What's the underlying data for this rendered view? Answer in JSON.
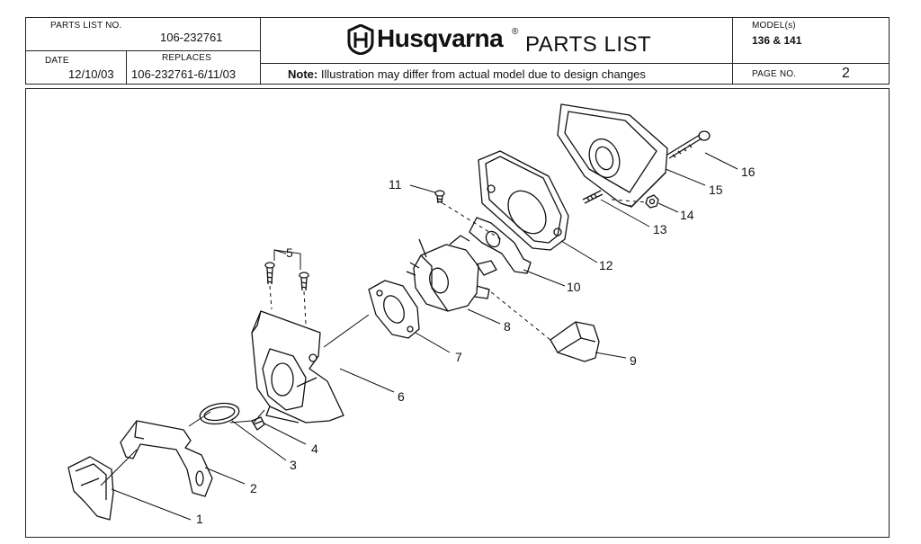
{
  "header": {
    "parts_list_no_label": "PARTS LIST NO.",
    "parts_list_no": "106-232761",
    "date_label": "DATE",
    "date": "12/10/03",
    "replaces_label": "REPLACES",
    "replaces": "106-232761-6/11/03",
    "brand": "Husqvarna",
    "brand_mark": "®",
    "title": "PARTS LIST",
    "note_label": "Note:",
    "note_text": "Illustration may differ from actual model due to design changes",
    "model_label": "MODEL(s)",
    "model": "136 & 141",
    "page_label": "PAGE  NO.",
    "page_no": "2"
  },
  "callouts": [
    "1",
    "2",
    "3",
    "4",
    "5",
    "6",
    "7",
    "8",
    "9",
    "10",
    "11",
    "12",
    "13",
    "14",
    "15",
    "16"
  ]
}
